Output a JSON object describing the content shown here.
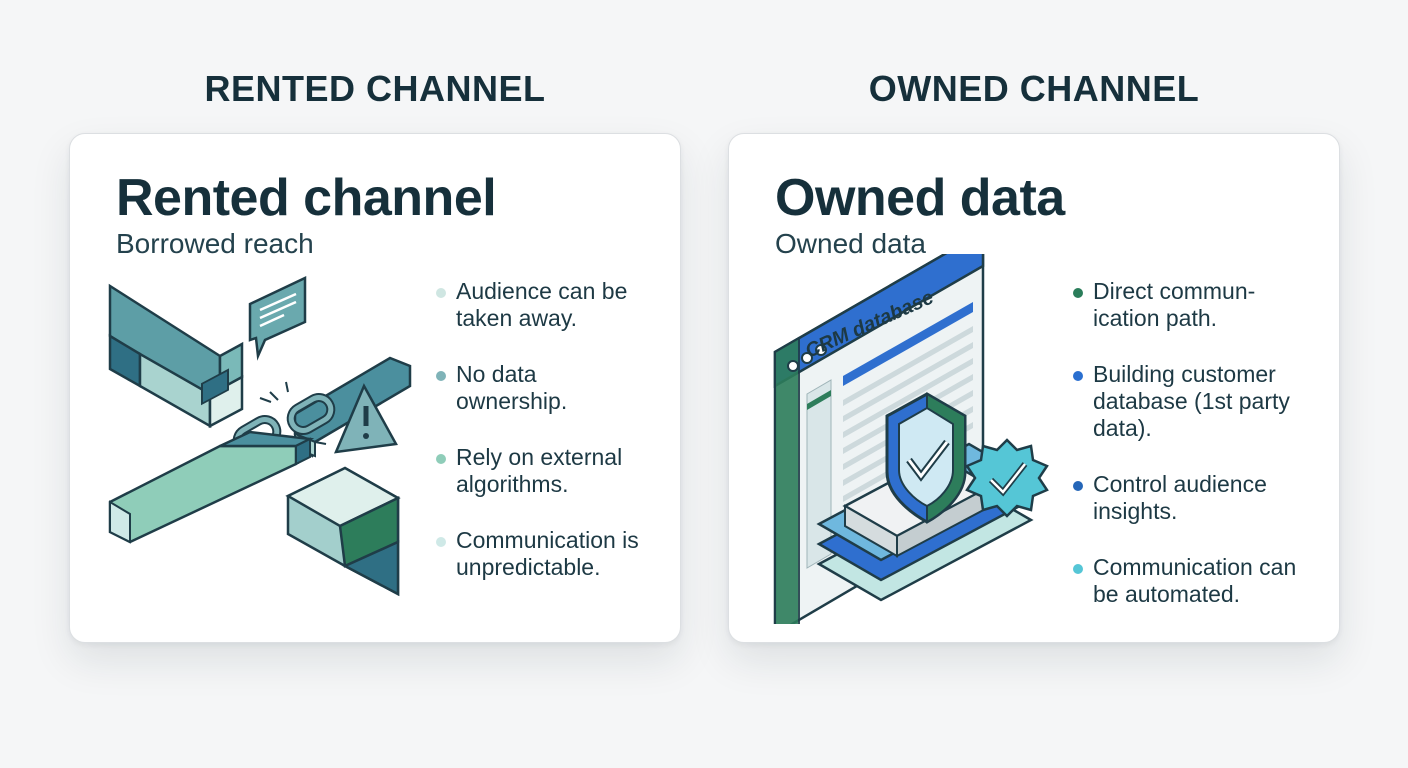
{
  "rented": {
    "heading": "RENTED CHANNEL",
    "title": "Rented channel",
    "subtitle": "Borrowed reach",
    "bullets": [
      {
        "text": "Audience can be taken away.",
        "color": "#cfe6e2"
      },
      {
        "text": "No data ownership.",
        "color": "#7fb3b8"
      },
      {
        "text": "Rely on external algorithms.",
        "color": "#8fcdb9"
      },
      {
        "text": "Communication is unpredictable.",
        "color": "#cfe9e7"
      }
    ]
  },
  "owned": {
    "heading": "OWNED CHANNEL",
    "title": "Owned data",
    "subtitle": "Owned data",
    "illustration_label": "CRM database",
    "bullets": [
      {
        "text": "Direct commun-ication path.",
        "color": "#2a7d5a"
      },
      {
        "text": "Building customer database (1st party data).",
        "color": "#2a6fd0"
      },
      {
        "text": "Control audience insights.",
        "color": "#2566b8"
      },
      {
        "text": "Communication can be automated.",
        "color": "#55c6d6"
      }
    ]
  },
  "icons": [
    "broken-chain-icon",
    "speech-bubble-icon",
    "warning-icon",
    "shield-check-icon",
    "badge-check-icon",
    "database-window-icon"
  ]
}
